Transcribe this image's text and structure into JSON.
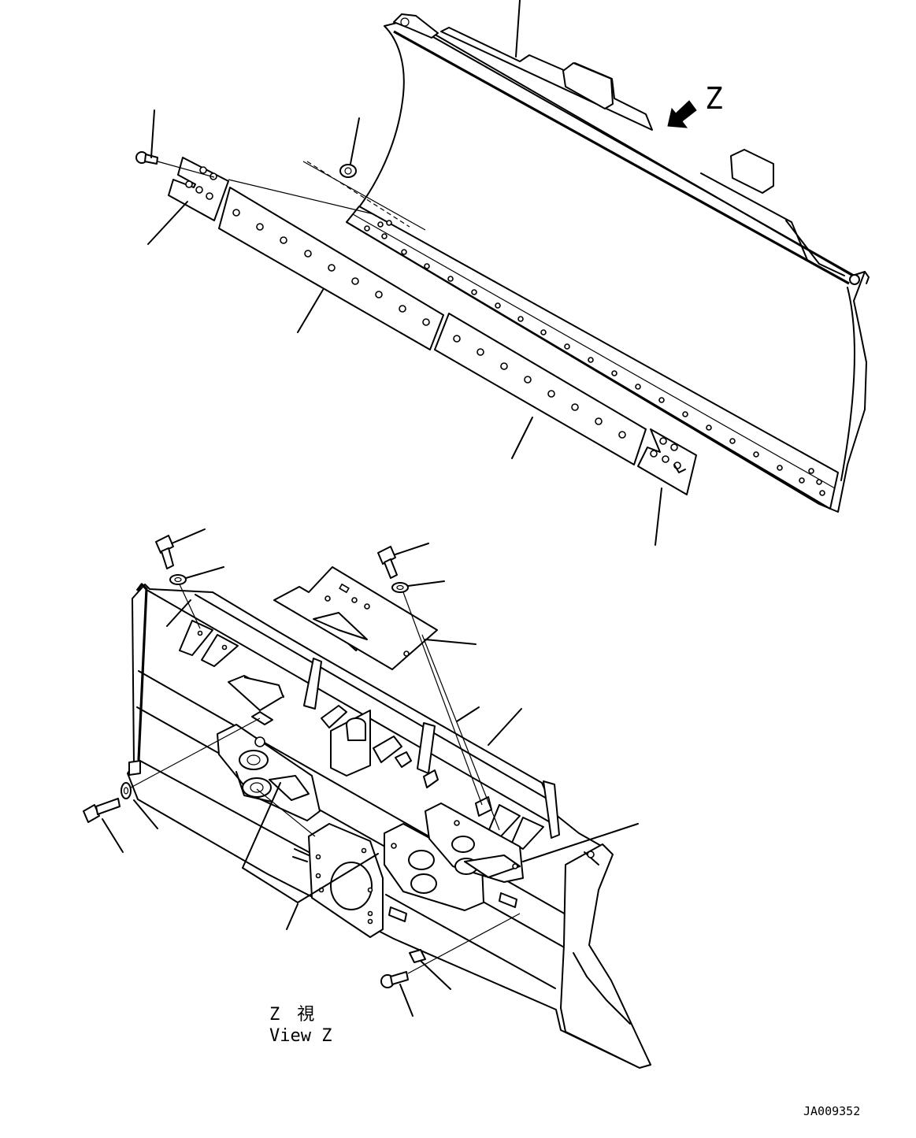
{
  "labels": {
    "view_arrow": "Z",
    "view_caption_jp": "Z　視",
    "view_caption_en": "View Z",
    "drawing_number": "JA009352"
  }
}
